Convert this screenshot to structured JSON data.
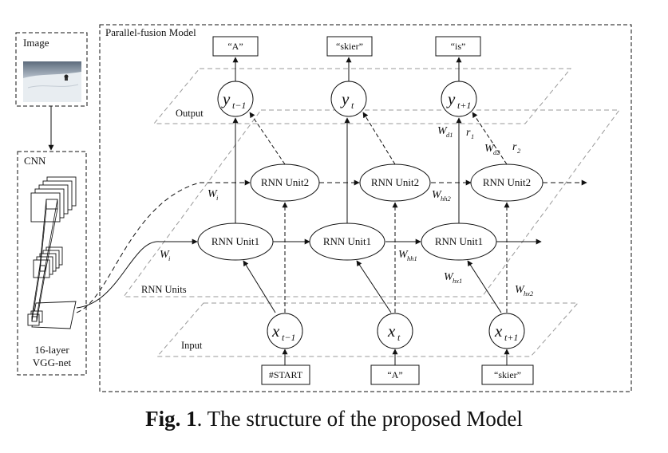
{
  "panels": {
    "image": "Image",
    "cnn": "CNN",
    "cnn_caption_1": "16-layer",
    "cnn_caption_2": "VGG-net",
    "model": "Parallel-fusion Model"
  },
  "planes": {
    "output": "Output",
    "rnn_units": "RNN Units",
    "input": "Input"
  },
  "units": {
    "unit1": "RNN Unit1",
    "unit2": "RNN Unit2"
  },
  "outputs": [
    {
      "label": "“A”",
      "var": "y",
      "sub": "t−1"
    },
    {
      "label": "“skier”",
      "var": "y",
      "sub": "t"
    },
    {
      "label": "“is”",
      "var": "y",
      "sub": "t+1"
    }
  ],
  "inputs": [
    {
      "label": "#START",
      "var": "x",
      "sub": "t−1"
    },
    {
      "label": "“A”",
      "var": "x",
      "sub": "t"
    },
    {
      "label": "“skier”",
      "var": "x",
      "sub": "t+1"
    }
  ],
  "weights": {
    "wi_upper": {
      "main": "W",
      "sub": "i"
    },
    "wi_lower": {
      "main": "W",
      "sub": "i"
    },
    "whh2": {
      "main": "W",
      "sub": "hh2"
    },
    "whh1": {
      "main": "W",
      "sub": "hh1"
    },
    "wd1": {
      "main": "W",
      "sub": "d1"
    },
    "wd2": {
      "main": "W",
      "sub": "d2"
    },
    "r1": {
      "main": "r",
      "sub": "1"
    },
    "r2": {
      "main": "r",
      "sub": "2"
    },
    "whx1": {
      "main": "W",
      "sub": "hx1"
    },
    "whx2": {
      "main": "W",
      "sub": "hx2"
    }
  },
  "caption": {
    "fig_label": "Fig. 1",
    "text": ". The structure of the proposed Model"
  }
}
